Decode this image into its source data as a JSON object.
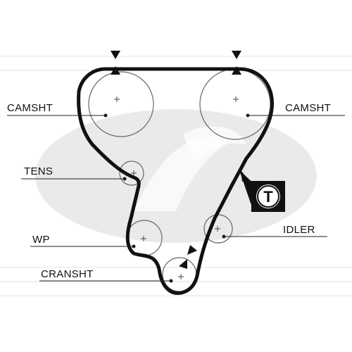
{
  "labels": {
    "camshaft_left": "CAMSHT",
    "camshaft_right": "CAMSHT",
    "tensioner": "TENS",
    "water_pump": "WP",
    "crankshaft": "CRANSHT",
    "idler": "IDLER"
  },
  "tensioner_badge": {
    "letter": "T"
  },
  "colors": {
    "belt": "#111111",
    "pulley": "#666666",
    "watermark": "#cfcfcf",
    "background": "#ffffff"
  },
  "icons": {
    "timing_mark_top_left": "timing-mark-icon",
    "timing_mark_top_right": "timing-mark-icon",
    "timing_mark_crank": "timing-mark-icon",
    "rotation_direction": "rotation-arrow-icon",
    "tensioner_badge": "tensioner-t-icon"
  }
}
